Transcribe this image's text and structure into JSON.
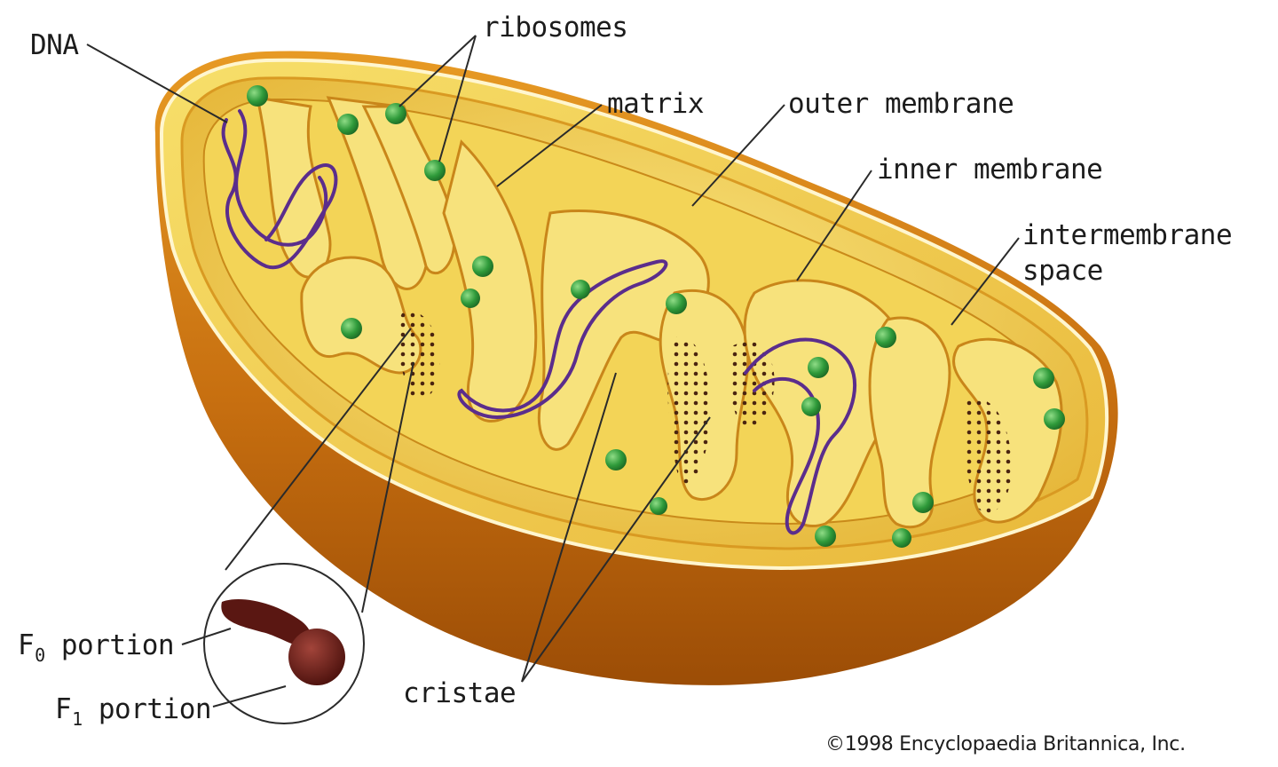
{
  "labels": {
    "dna": "DNA",
    "ribosomes": "ribosomes",
    "matrix": "matrix",
    "outer_membrane": "outer membrane",
    "inner_membrane": "inner membrane",
    "intermembrane_line1": "intermembrane",
    "intermembrane_line2": "space",
    "f0_letter": "F",
    "f0_sub": "0",
    "f0_word": "portion",
    "f1_letter": "F",
    "f1_sub": "1",
    "f1_word": "portion",
    "cristae": "cristae"
  },
  "copyright": "©1998 Encyclopaedia Britannica, Inc.",
  "colors": {
    "outer_shell": "#cf7d12",
    "inner_yellow": "#f2cf3c",
    "ribosome": "#2f9a3a",
    "dna": "#5b2d8c",
    "atp_synthase": "#6e1e16"
  }
}
